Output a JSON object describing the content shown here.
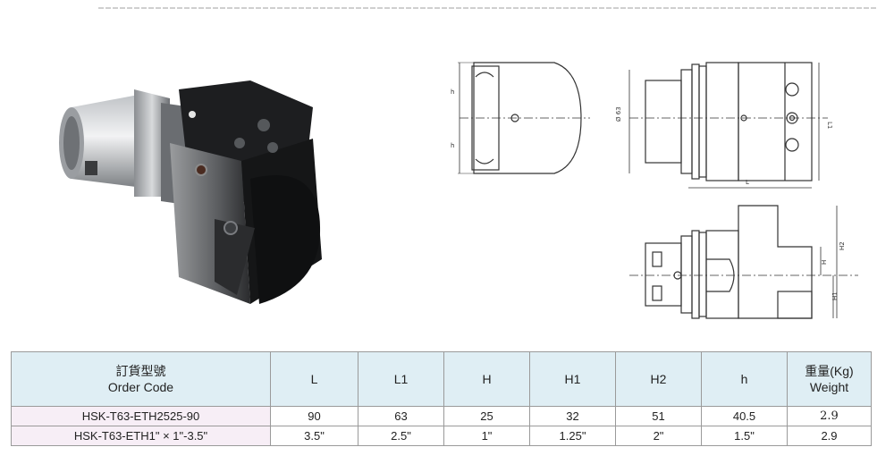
{
  "table": {
    "headers": [
      {
        "zh": "訂貨型號",
        "en": "Order Code"
      },
      {
        "en": "L"
      },
      {
        "en": "L1"
      },
      {
        "en": "H"
      },
      {
        "en": "H1"
      },
      {
        "en": "H2"
      },
      {
        "en": "h"
      },
      {
        "zh": "重量(Kg)",
        "en": "Weight"
      }
    ],
    "rows": [
      [
        "HSK-T63-ETH2525-90",
        "90",
        "63",
        "25",
        "32",
        "51",
        "40.5",
        "2.9"
      ],
      [
        "HSK-T63-ETH1\" × 1\"-3.5\"",
        "3.5\"",
        "2.5\"",
        "1\"",
        "1.25\"",
        "2\"",
        "1.5\"",
        "2.9"
      ]
    ]
  },
  "drawing_labels": {
    "front_h1": "h",
    "front_h2": "h",
    "side_d": "Ø 63",
    "side_L1": "L1",
    "side_L": "L",
    "bottom_H2": "H2",
    "bottom_H": "H",
    "bottom_H1": "H1"
  },
  "colors": {
    "header_bg": "#dfeef4",
    "code_bg": "#f7eef6",
    "border": "#9a9a9a"
  }
}
